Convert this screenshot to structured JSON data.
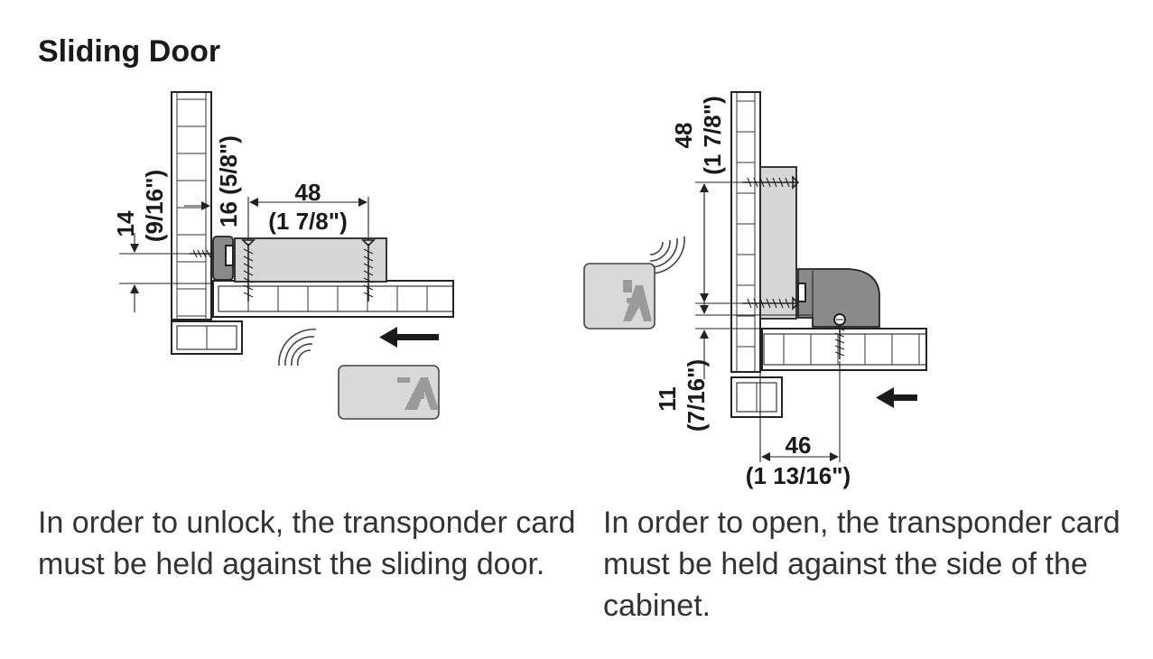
{
  "title": "Sliding Door",
  "left": {
    "dim_14_value": "14",
    "dim_14_inch": "(9/16\")",
    "dim_16": "16 (5/8\")",
    "dim_48_value": "48",
    "dim_48_inch": "(1 7/8\")",
    "caption": "In order to unlock, the transponder card must be held against the sliding door."
  },
  "right": {
    "dim_48_value": "48",
    "dim_48_inch": "(1 7/8\")",
    "dim_11_value": "11",
    "dim_11_inch": "(7/16\")",
    "dim_46_value": "46",
    "dim_46_inch": "(1 13/16\")",
    "caption": "In order to open, the transponder card must be held against the side of the cabinet."
  },
  "colors": {
    "housing": "#d6d6d6",
    "lock_body": "#8a8a8a",
    "card": "#d9d9d9",
    "logo": "#9a9a9a"
  },
  "icons": [
    "screw-icon",
    "transponder-card-icon",
    "signal-waves-icon",
    "arrow-left-icon"
  ]
}
